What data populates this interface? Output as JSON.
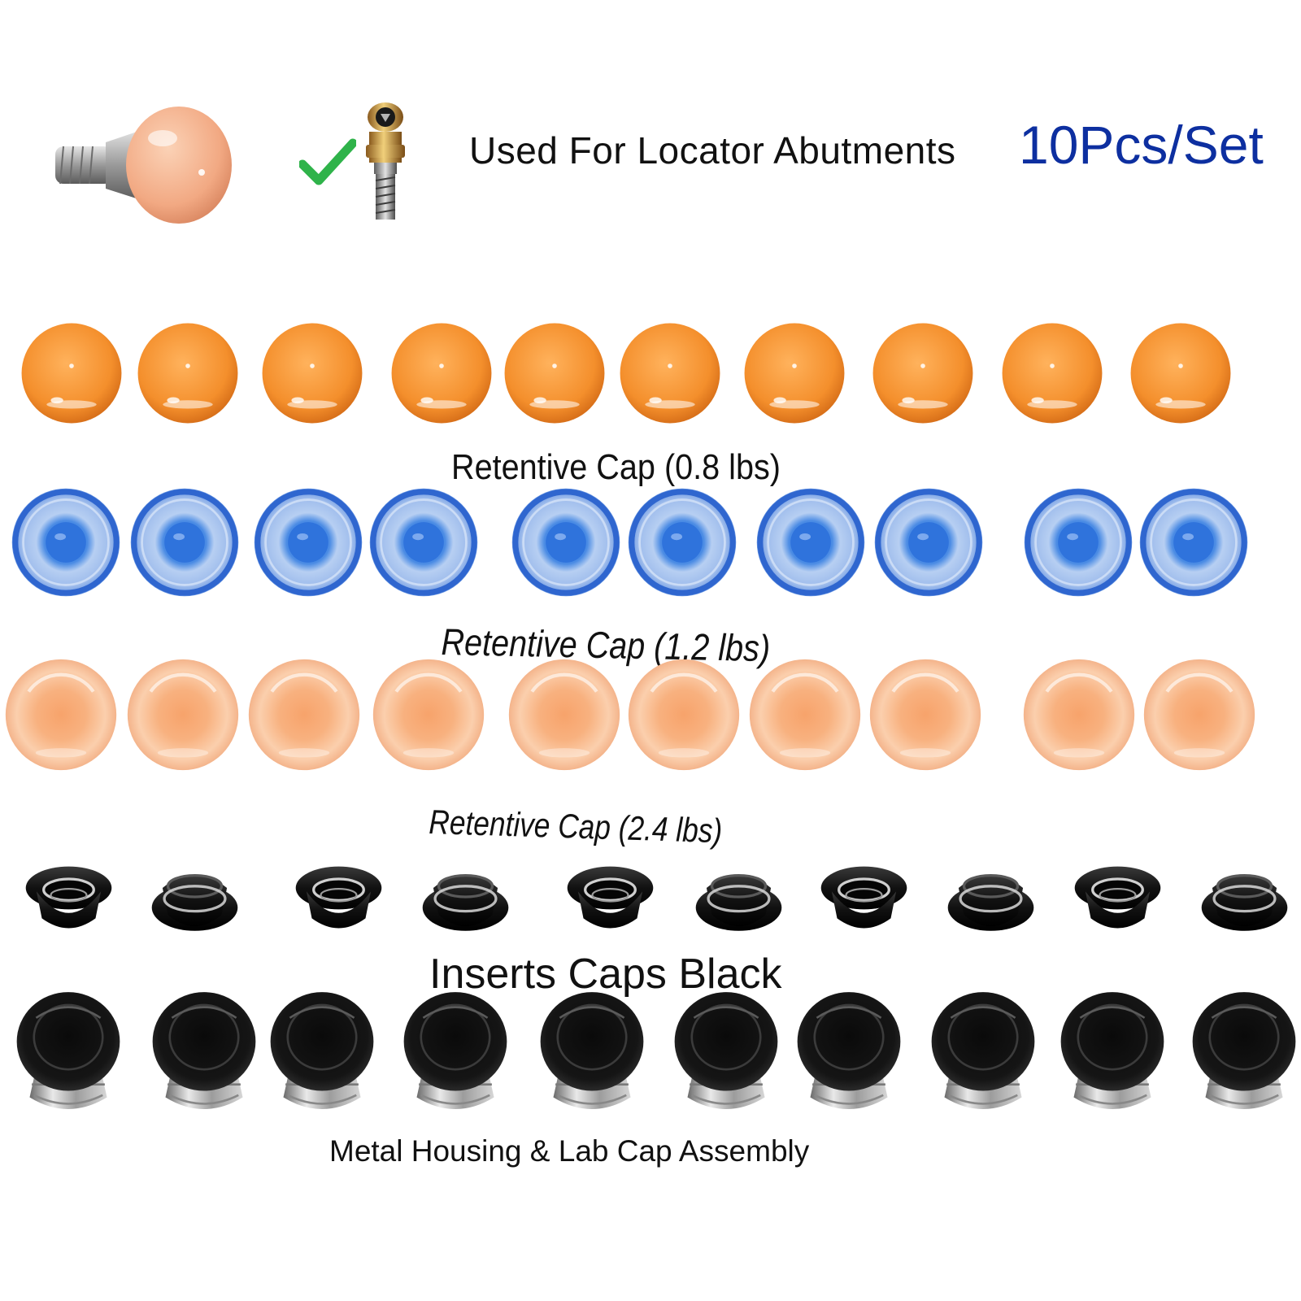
{
  "header": {
    "headline": "Used For Locator Abutments",
    "count": "10Pcs/Set",
    "count_color": "#0d2fa0",
    "check_icon": "green-check-icon",
    "check_color": "#2fb34a"
  },
  "rows": {
    "cap_08": {
      "label": "Retentive Cap (0.8 lbs)",
      "quantity": 10,
      "color": "#f5922f"
    },
    "cap_12": {
      "label": "Retentive Cap (1.2 lbs)",
      "quantity": 10,
      "color": "#3a6fd8"
    },
    "cap_24": {
      "label": "Retentive Cap (2.4 lbs)",
      "quantity": 10,
      "color": "#f6b48a"
    },
    "black_inserts": {
      "label": "Inserts Caps Black",
      "quantity": 10,
      "color": "#111111"
    },
    "metal_housing": {
      "label": "Metal Housing & Lab Cap Assembly",
      "quantity": 10,
      "color": "#0d0d0d"
    }
  }
}
